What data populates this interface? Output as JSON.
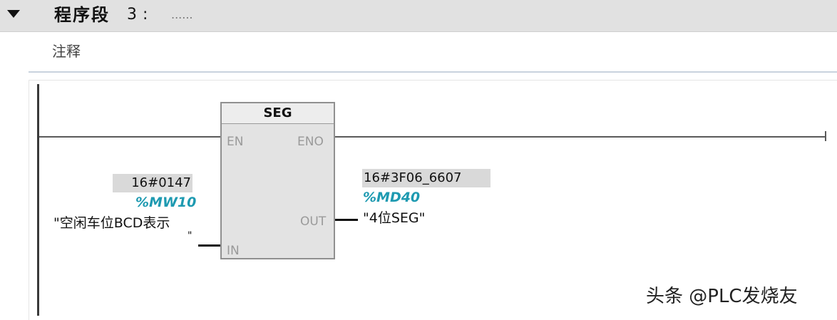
{
  "network": {
    "title": "程序段",
    "number": "3",
    "colon": ":",
    "placeholder": "......",
    "comment": "注释"
  },
  "block": {
    "name": "SEG",
    "pins": {
      "en": "EN",
      "eno": "ENO",
      "in": "IN",
      "out": "OUT"
    }
  },
  "input_operand": {
    "value": "16#0147",
    "address": "%MW10",
    "symbol": "\"空闲车位BCD表示",
    "symbol_tail": "\""
  },
  "output_operand": {
    "value": "16#3F06_6607",
    "address": "%MD40",
    "symbol": "\"4位SEG\""
  },
  "watermark": "头条 @PLC发烧友",
  "colors": {
    "operand_address": "#1e9ab1",
    "header_bg": "#e1e1e1",
    "box_bg": "#e3e3e3"
  }
}
